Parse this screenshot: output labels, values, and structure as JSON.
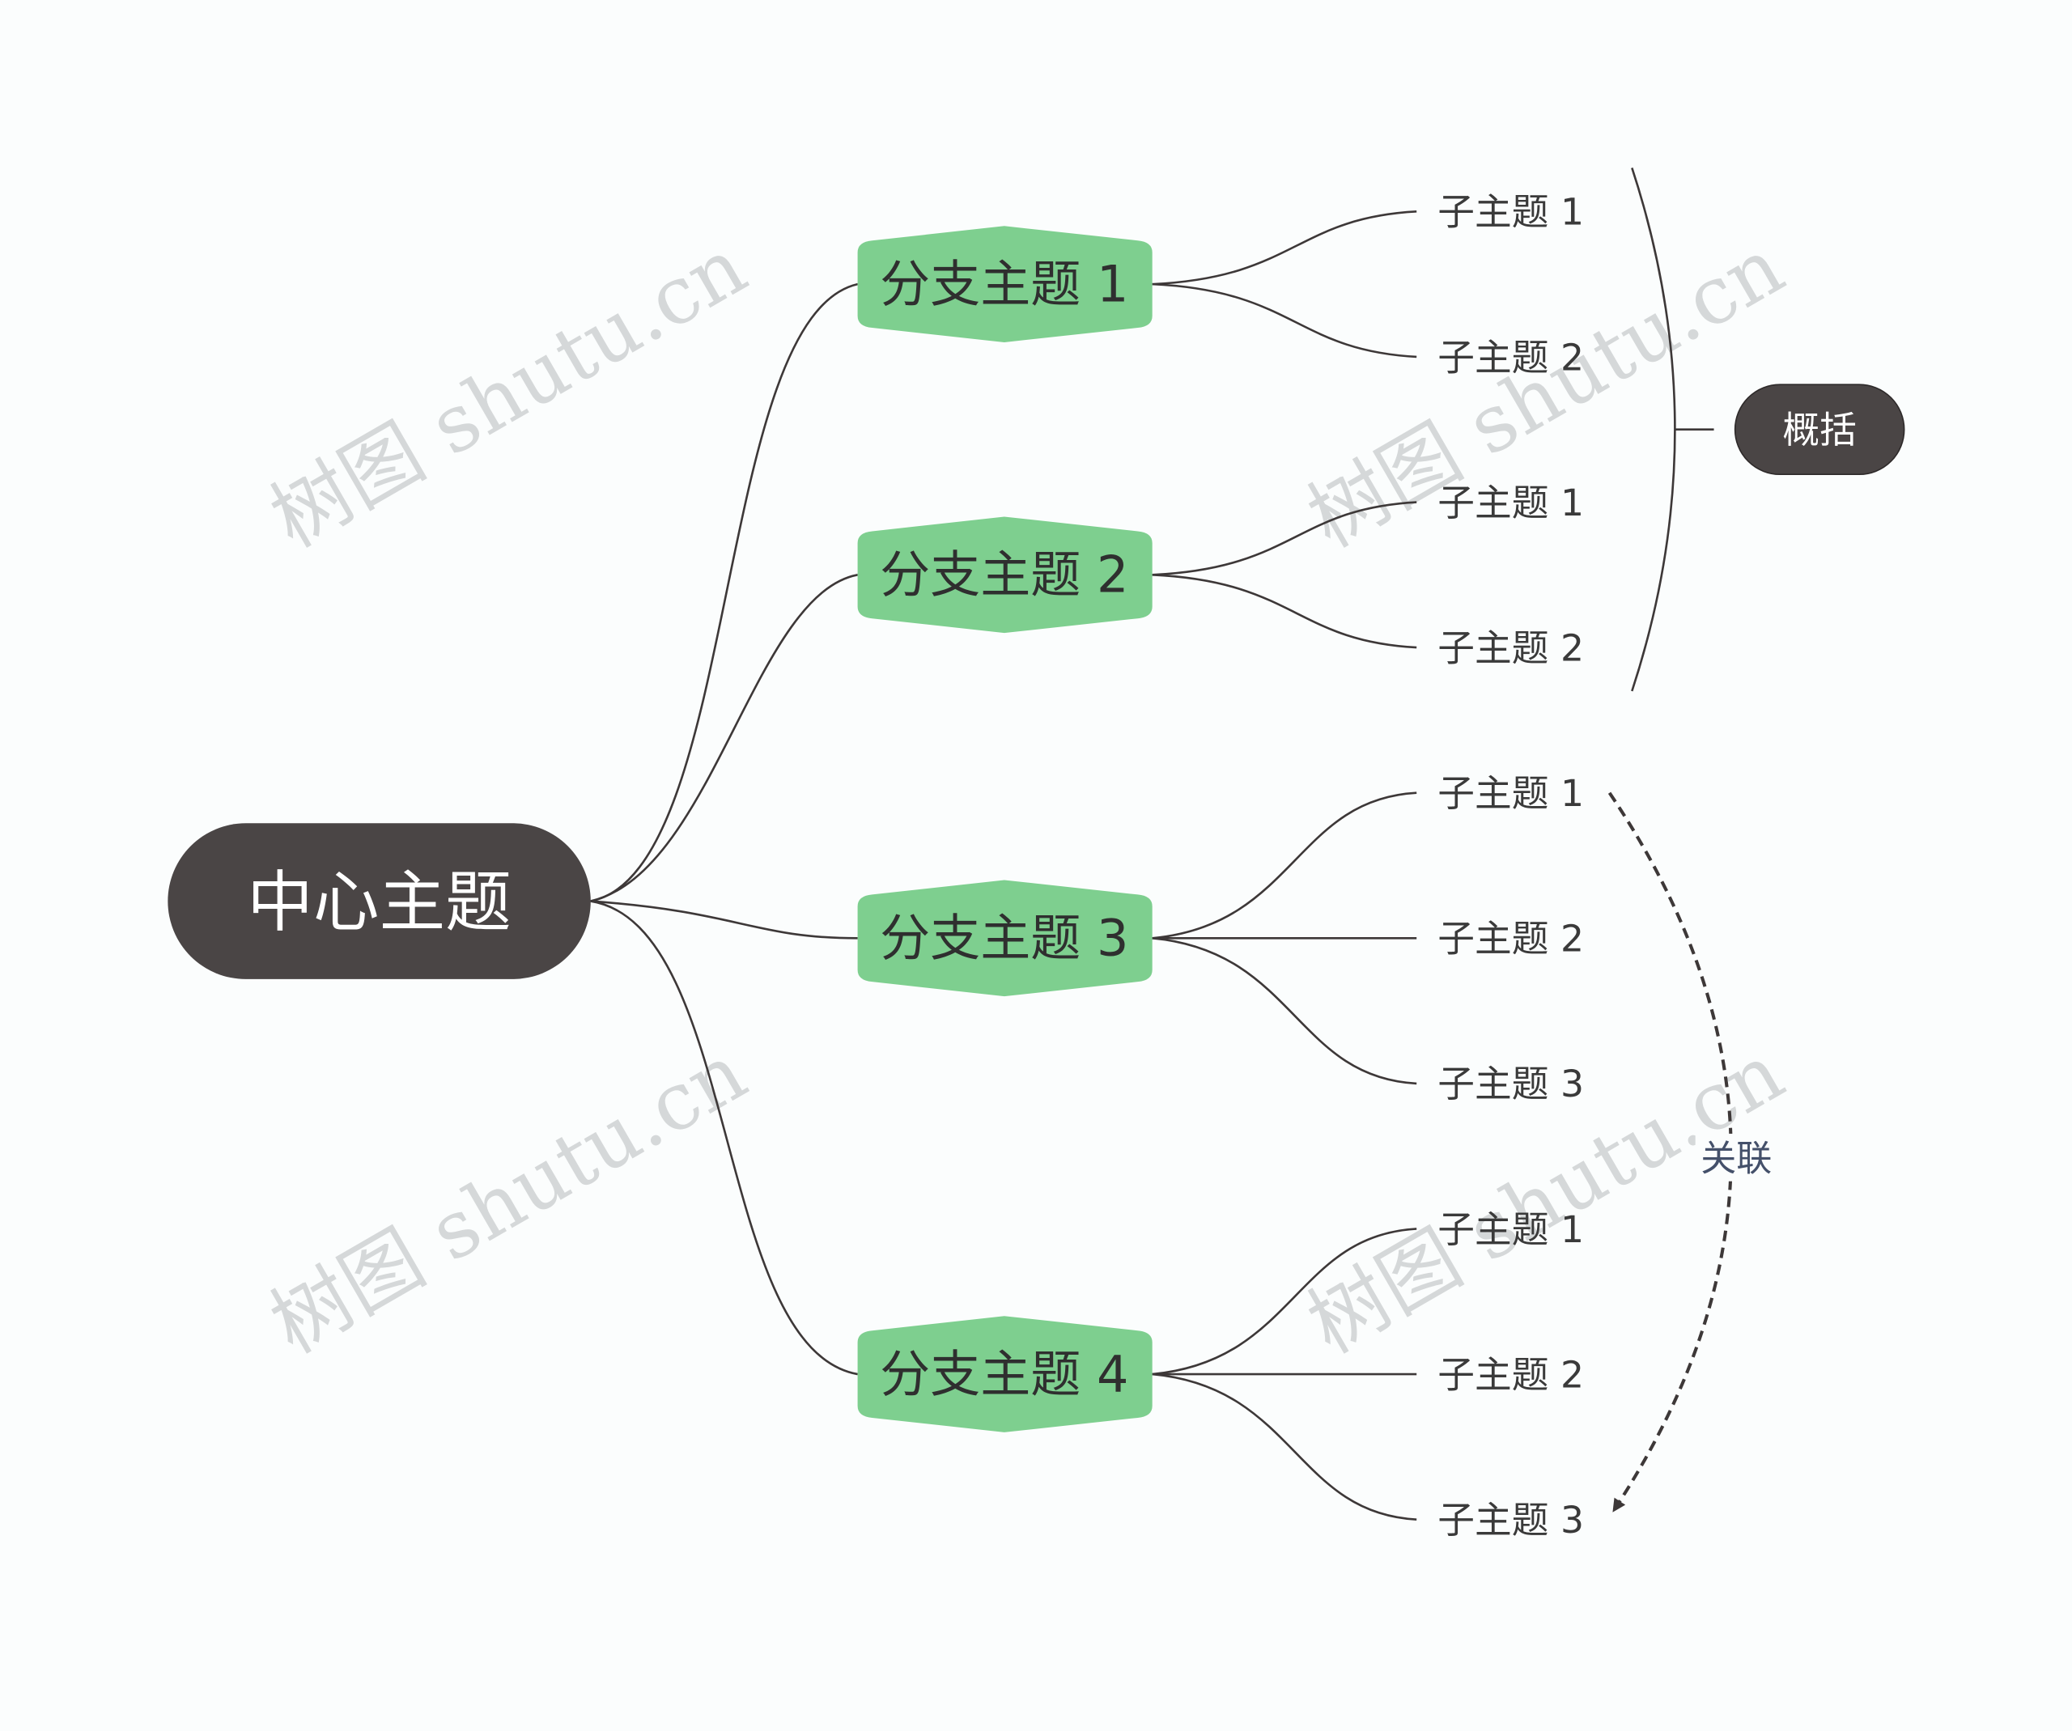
{
  "central_topic": "中心主题",
  "branches": [
    {
      "label": "分支主题 1",
      "subtopics": [
        "子主题 1",
        "子主题 2"
      ]
    },
    {
      "label": "分支主题 2",
      "subtopics": [
        "子主题 1",
        "子主题 2"
      ]
    },
    {
      "label": "分支主题 3",
      "subtopics": [
        "子主题 1",
        "子主题 2",
        "子主题 3"
      ]
    },
    {
      "label": "分支主题 4",
      "subtopics": [
        "子主题 1",
        "子主题 2",
        "子主题 3"
      ]
    }
  ],
  "summary": {
    "label": "概括"
  },
  "relationship": {
    "label": "关联"
  },
  "watermark": "树图 shutu.cn",
  "colors": {
    "central": "#4a4545",
    "branch": "#7ecf8f",
    "line": "#3d3838",
    "background": "#fbfdfd"
  }
}
